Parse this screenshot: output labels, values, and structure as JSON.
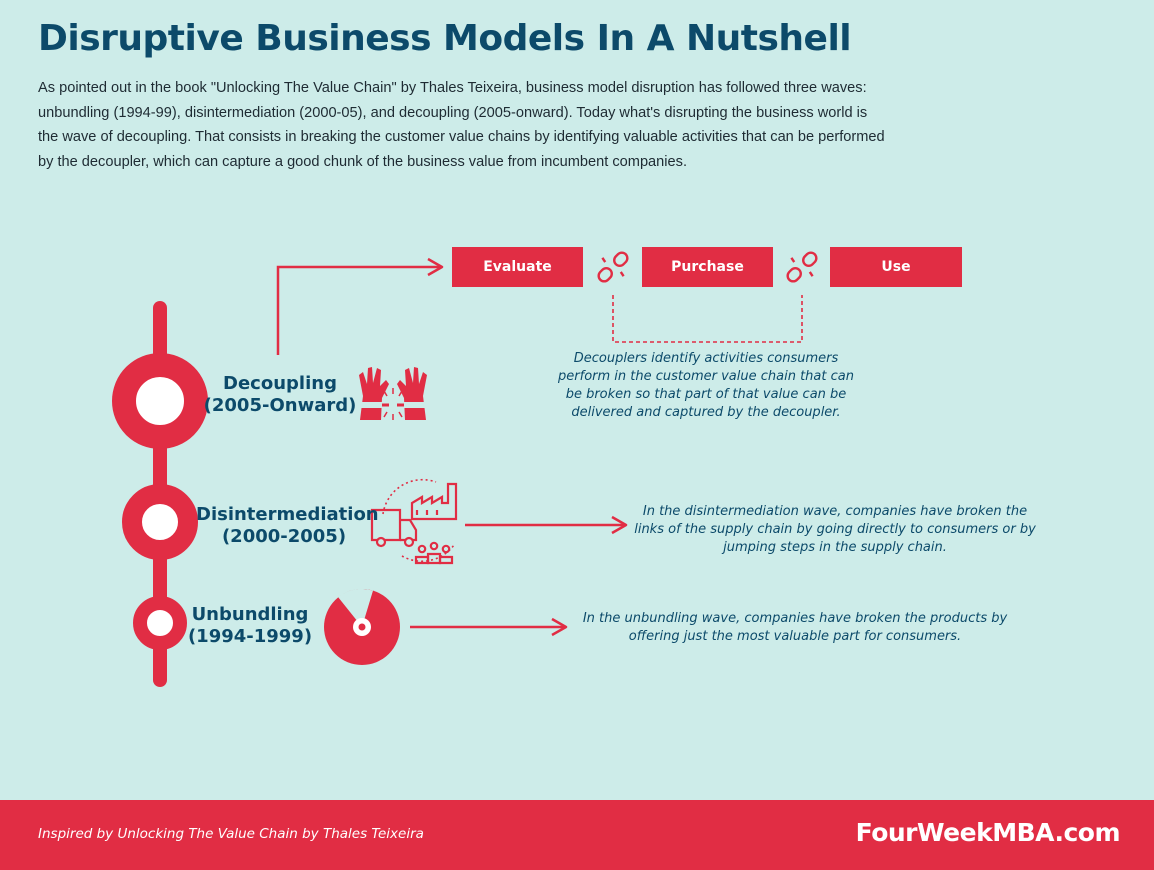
{
  "title": "Disruptive Business Models In A Nutshell",
  "intro": "As pointed out in the book \"Unlocking The Value Chain\" by Thales Teixeira, business model disruption has followed three waves: unbundling (1994-99), disintermediation (2000-05), and decoupling (2005-onward). Today what's disrupting the business world is the wave of decoupling. That consists in breaking the customer value chains by identifying valuable activities that can be performed by the decoupler, which can capture a good chunk of the business value from incumbent companies.",
  "value_chain": {
    "steps": [
      "Evaluate",
      "Purchase",
      "Use"
    ],
    "note": "Decouplers identify activities consumers perform in the customer value chain that can be broken so that part of that value can be delivered and captured by the decoupler."
  },
  "waves": [
    {
      "name": "Decoupling",
      "period": "(2005-Onward)",
      "icon": "breaking-handcuffs-icon"
    },
    {
      "name": "Disintermediation",
      "period": "(2000-2005)",
      "icon": "factory-truck-consumers-icon",
      "note": "In the disintermediation wave, companies have broken the links of the supply chain by going directly to consumers or by jumping steps in the supply chain."
    },
    {
      "name": "Unbundling",
      "period": "(1994-1999)",
      "icon": "cd-disc-slice-icon",
      "note": "In the unbundling wave, companies have broken the products by offering just the most valuable part for consumers."
    }
  ],
  "footer": {
    "credit": "Inspired by Unlocking The Value Chain by Thales Teixeira",
    "brand": "FourWeekMBA.com"
  },
  "colors": {
    "background": "#cdece9",
    "accent": "#e12d44",
    "heading": "#0c4a6a",
    "body_text": "#1e2b33"
  }
}
